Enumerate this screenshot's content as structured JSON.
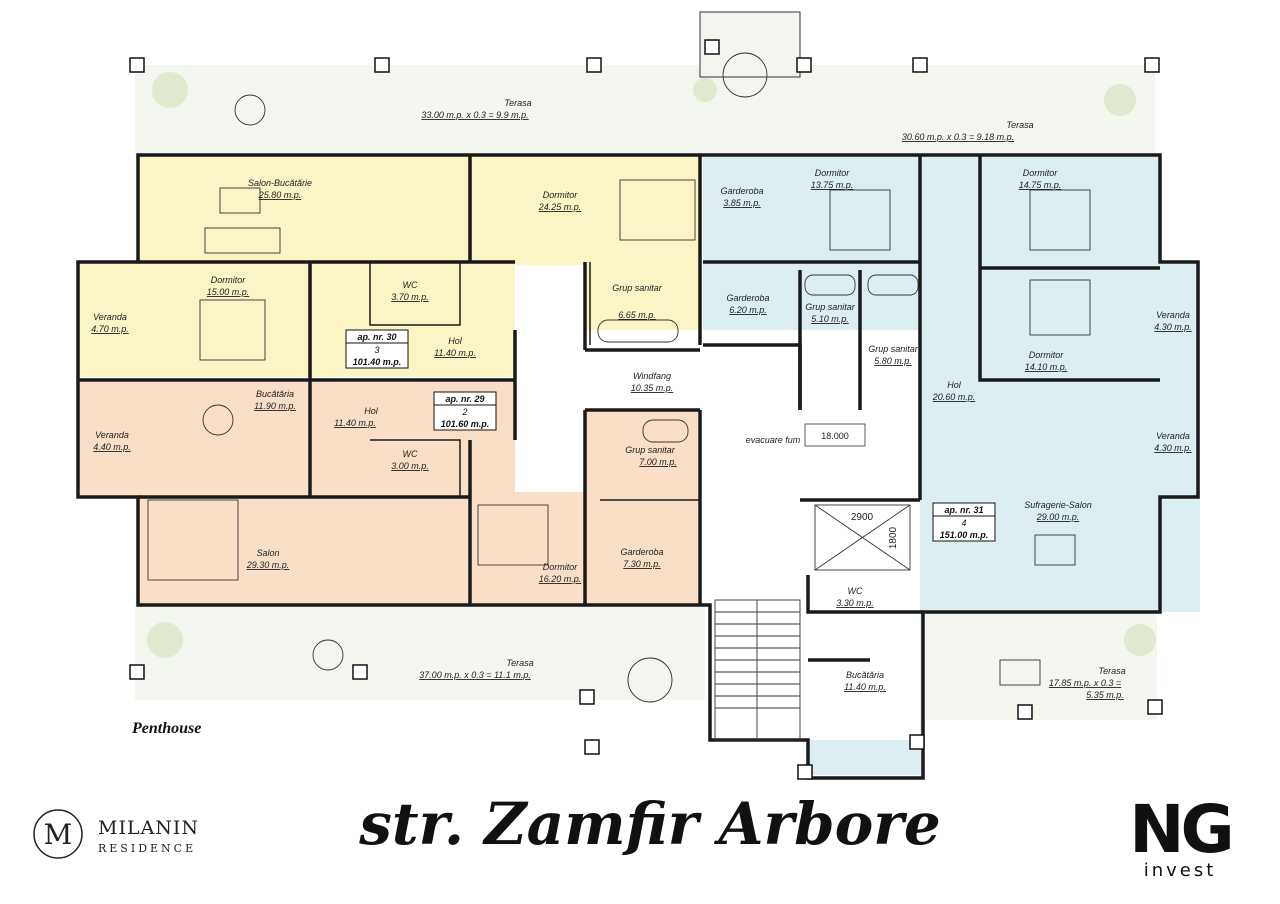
{
  "colors": {
    "apt30": "#fbf4c4",
    "apt29": "#fadfc8",
    "apt31": "#ddeef3",
    "terrace": "#f2f4ee",
    "core": "#ffffff"
  },
  "apartments": [
    {
      "label": "ap. nr. 30",
      "rooms": "3",
      "area": "101.40 m.p."
    },
    {
      "label": "ap. nr. 29",
      "rooms": "2",
      "area": "101.60 m.p."
    },
    {
      "label": "ap. nr. 31",
      "rooms": "4",
      "area": "151.00 m.p."
    }
  ],
  "rooms": [
    {
      "name": "Salon-Bucătărie",
      "area": "25.80 m.p."
    },
    {
      "name": "Dormitor",
      "area": "24.25 m.p."
    },
    {
      "name": "Dormitor",
      "area": "15.00 m.p."
    },
    {
      "name": "Veranda",
      "area": "4.70 m.p."
    },
    {
      "name": "WC",
      "area": "3.70 m.p."
    },
    {
      "name": "Hol",
      "area": "11.40 m.p."
    },
    {
      "name": "Grup sanitar",
      "area": "6.65 m.p."
    },
    {
      "name": "Windfang",
      "area": "10.35 m.p."
    },
    {
      "name": "Bucătăria",
      "area": "11.90 m.p."
    },
    {
      "name": "Veranda",
      "area": "4.40 m.p."
    },
    {
      "name": "Hol",
      "area": "11.40 m.p."
    },
    {
      "name": "WC",
      "area": "3.00 m.p."
    },
    {
      "name": "Grup sanitar",
      "area": "7.00 m.p."
    },
    {
      "name": "Salon",
      "area": "29.30 m.p."
    },
    {
      "name": "Dormitor",
      "area": "16.20 m.p."
    },
    {
      "name": "Garderoba",
      "area": "7.30 m.p."
    },
    {
      "name": "Garderoba",
      "area": "3.85 m.p."
    },
    {
      "name": "Dormitor",
      "area": "13.75 m.p."
    },
    {
      "name": "Dormitor",
      "area": "14.75 m.p."
    },
    {
      "name": "Garderoba",
      "area": "6.20 m.p."
    },
    {
      "name": "Grup sanitar",
      "area": "5.10 m.p."
    },
    {
      "name": "Grup sanitar",
      "area": "5.80 m.p."
    },
    {
      "name": "Veranda",
      "area": "4.30 m.p."
    },
    {
      "name": "Dormitor",
      "area": "14.10 m.p."
    },
    {
      "name": "Hol",
      "area": "20.60 m.p."
    },
    {
      "name": "Veranda",
      "area": "4.30 m.p."
    },
    {
      "name": "Sufragerie-Salon",
      "area": "29.00 m.p."
    },
    {
      "name": "WC",
      "area": "3.30 m.p."
    },
    {
      "name": "Bucătăria",
      "area": "11.40 m.p."
    }
  ],
  "terraces": [
    {
      "name": "Terasa",
      "calc": "33.00 m.p. x 0.3 = 9.9 m.p."
    },
    {
      "name": "Terasa",
      "calc": "30.60 m.p. x 0.3 = 9.18 m.p."
    },
    {
      "name": "Terasa",
      "calc": "37.00 m.p. x 0.3 = 11.1 m.p."
    },
    {
      "name": "Terasa",
      "calc": "17.85 m.p. x 0.3 =",
      "calc2": "5.35 m.p."
    }
  ],
  "core": {
    "smoke": "evacuare fum",
    "level": "18.000",
    "dim_w": "2900",
    "dim_h": "1800"
  },
  "floor_label": "Penthouse",
  "street": "str. Zamfir Arbore",
  "brand_left": {
    "line1": "MILANIN",
    "line2": "RESIDENCE",
    "mark": "M"
  },
  "brand_right": {
    "line1": "NG",
    "line2": "invest"
  }
}
